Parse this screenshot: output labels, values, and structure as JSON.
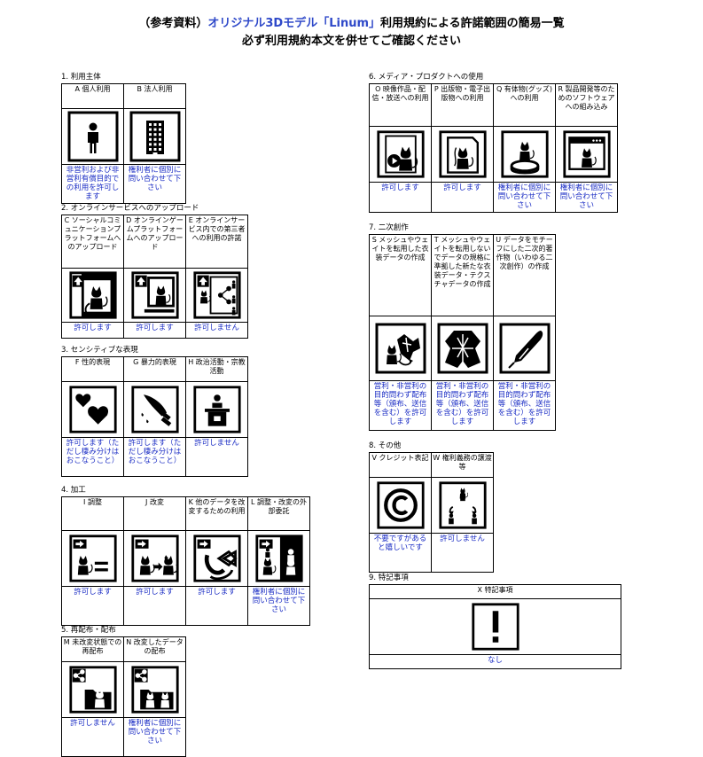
{
  "doc": {
    "title_line1_pre": "（参考資料）",
    "title_line1_name": "オリジナル3Dモデル「Linum」",
    "title_line1_post": "利用規約による許諾範囲の簡易一覧",
    "title_line2": "必ず利用規約本文を併せてご確認ください"
  },
  "sections": {
    "s1": {
      "title": "1. 利用主体",
      "cols": [
        {
          "header": "A 個人利用",
          "icon": "person-icon",
          "status": "非営利および非営利有償目的での利用を許可します"
        },
        {
          "header": "B 法人利用",
          "icon": "building-icon",
          "status": "権利者に個別に問い合わせて下さい"
        }
      ]
    },
    "s2": {
      "title": "2. オンラインサービスへのアップロード",
      "cols": [
        {
          "header": "C ソーシャルコミュニケーションプラットフォームへのアップロード",
          "icon": "upload-social-icon",
          "status": "許可します"
        },
        {
          "header": "D オンラインゲームプラットフォームへのアップロード",
          "icon": "upload-game-icon",
          "status": "許可します"
        },
        {
          "header": "E オンラインサービス内での第三者への利用の許諾",
          "icon": "third-party-share-icon",
          "status": "許可しません"
        }
      ]
    },
    "s3": {
      "title": "3. センシティブな表現",
      "cols": [
        {
          "header": "F 性的表現",
          "icon": "hearts-icon",
          "status": "許可します（ただし棲み分けはおこなうこと）"
        },
        {
          "header": "G 暴力的表現",
          "icon": "knife-icon",
          "status": "許可します（ただし棲み分けはおこなうこと）"
        },
        {
          "header": "H 政治活動・宗教活動",
          "icon": "podium-icon",
          "status": "許可しません"
        }
      ]
    },
    "s4": {
      "title": "4. 加工",
      "cols": [
        {
          "header": "I 調整",
          "icon": "adjust-icon",
          "status": "許可します"
        },
        {
          "header": "J 改変",
          "icon": "modify-icon",
          "status": "許可します"
        },
        {
          "header": "K 他のデータを改変するための利用",
          "icon": "ribbon-modify-icon",
          "status": "許可します"
        },
        {
          "header": "L 調整・改変の外部委託",
          "icon": "outsource-icon",
          "status": "権利者に個別に問い合わせて下さい"
        }
      ]
    },
    "s5": {
      "title": "5. 再配布・配布",
      "cols": [
        {
          "header": "M 未改変状態での再配布",
          "icon": "redistribute-icon",
          "status": "許可しません"
        },
        {
          "header": "N 改変したデータの配布",
          "icon": "distribute-modified-icon",
          "status": "権利者に個別に問い合わせて下さい"
        }
      ]
    },
    "s6": {
      "title": "6. メディア・プロダクトへの使用",
      "cols": [
        {
          "header": "O 映像作品・配信・放送への利用",
          "icon": "video-icon",
          "status": "許可します"
        },
        {
          "header": "P 出版物・電子出版物への利用",
          "icon": "publication-icon",
          "status": "許可します"
        },
        {
          "header": "Q 有体物(グッズ)への利用",
          "icon": "goods-icon",
          "status": "権利者に個別に問い合わせて下さい"
        },
        {
          "header": "R 製品開発等のためのソフトウェアへの組み込み",
          "icon": "software-icon",
          "status": "権利者に個別に問い合わせて下さい"
        }
      ]
    },
    "s7": {
      "title": "7. 二次創作",
      "cols": [
        {
          "header": "S メッシュやウェイトを転用した衣装データの作成",
          "icon": "mesh-transfer-icon",
          "status": "営利・非営利の目的問わず配布等（頒布、送信を含む）を許可します"
        },
        {
          "header": "T メッシュやウェイトを転用しないでデータの規格に準拠した新たな衣装データ・テクスチャデータの作成",
          "icon": "new-costume-icon",
          "status": "営利・非営利の目的問わず配布等（頒布、送信を含む）を許可します"
        },
        {
          "header": "U データをモチーフにした二次的著作物（いわゆる二次創作）の作成",
          "icon": "pen-icon",
          "status": "営利・非営利の目的問わず配布等（頒布、送信を含む）を許可します"
        }
      ]
    },
    "s8": {
      "title": "8. その他",
      "cols": [
        {
          "header": "V クレジット表記",
          "icon": "copyright-icon",
          "status": "不要ですがあると嬉しいです"
        },
        {
          "header": "W 権利義務の譲渡等",
          "icon": "rights-transfer-icon",
          "status": "許可しません"
        }
      ]
    },
    "s9": {
      "title": "9. 特記事項",
      "cols": [
        {
          "header": "X 特記事項",
          "icon": "exclamation-icon",
          "status": "なし"
        }
      ]
    }
  }
}
